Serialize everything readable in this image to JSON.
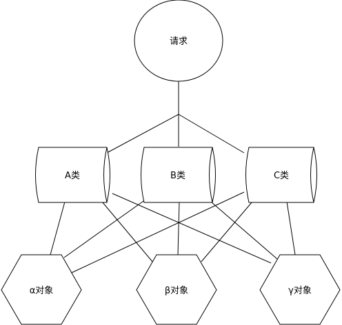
{
  "diagram": {
    "nodes": {
      "request": {
        "label": "请求"
      },
      "class_a": {
        "label": "A类"
      },
      "class_b": {
        "label": "B类"
      },
      "class_c": {
        "label": "C类"
      },
      "obj_alpha": {
        "label": "α对象"
      },
      "obj_beta": {
        "label": "β对象"
      },
      "obj_gamma": {
        "label": "γ对象"
      }
    },
    "edges": [
      {
        "from": "request",
        "to": "class_a"
      },
      {
        "from": "request",
        "to": "class_b"
      },
      {
        "from": "request",
        "to": "class_c"
      },
      {
        "from": "class_a",
        "to": "obj_alpha"
      },
      {
        "from": "class_a",
        "to": "obj_beta"
      },
      {
        "from": "class_a",
        "to": "obj_gamma"
      },
      {
        "from": "class_b",
        "to": "obj_alpha"
      },
      {
        "from": "class_b",
        "to": "obj_beta"
      },
      {
        "from": "class_b",
        "to": "obj_gamma"
      },
      {
        "from": "class_c",
        "to": "obj_alpha"
      },
      {
        "from": "class_c",
        "to": "obj_beta"
      },
      {
        "from": "class_c",
        "to": "obj_gamma"
      }
    ],
    "colors": {
      "stroke": "#000000",
      "fill": "#ffffff",
      "text": "#000000"
    }
  }
}
